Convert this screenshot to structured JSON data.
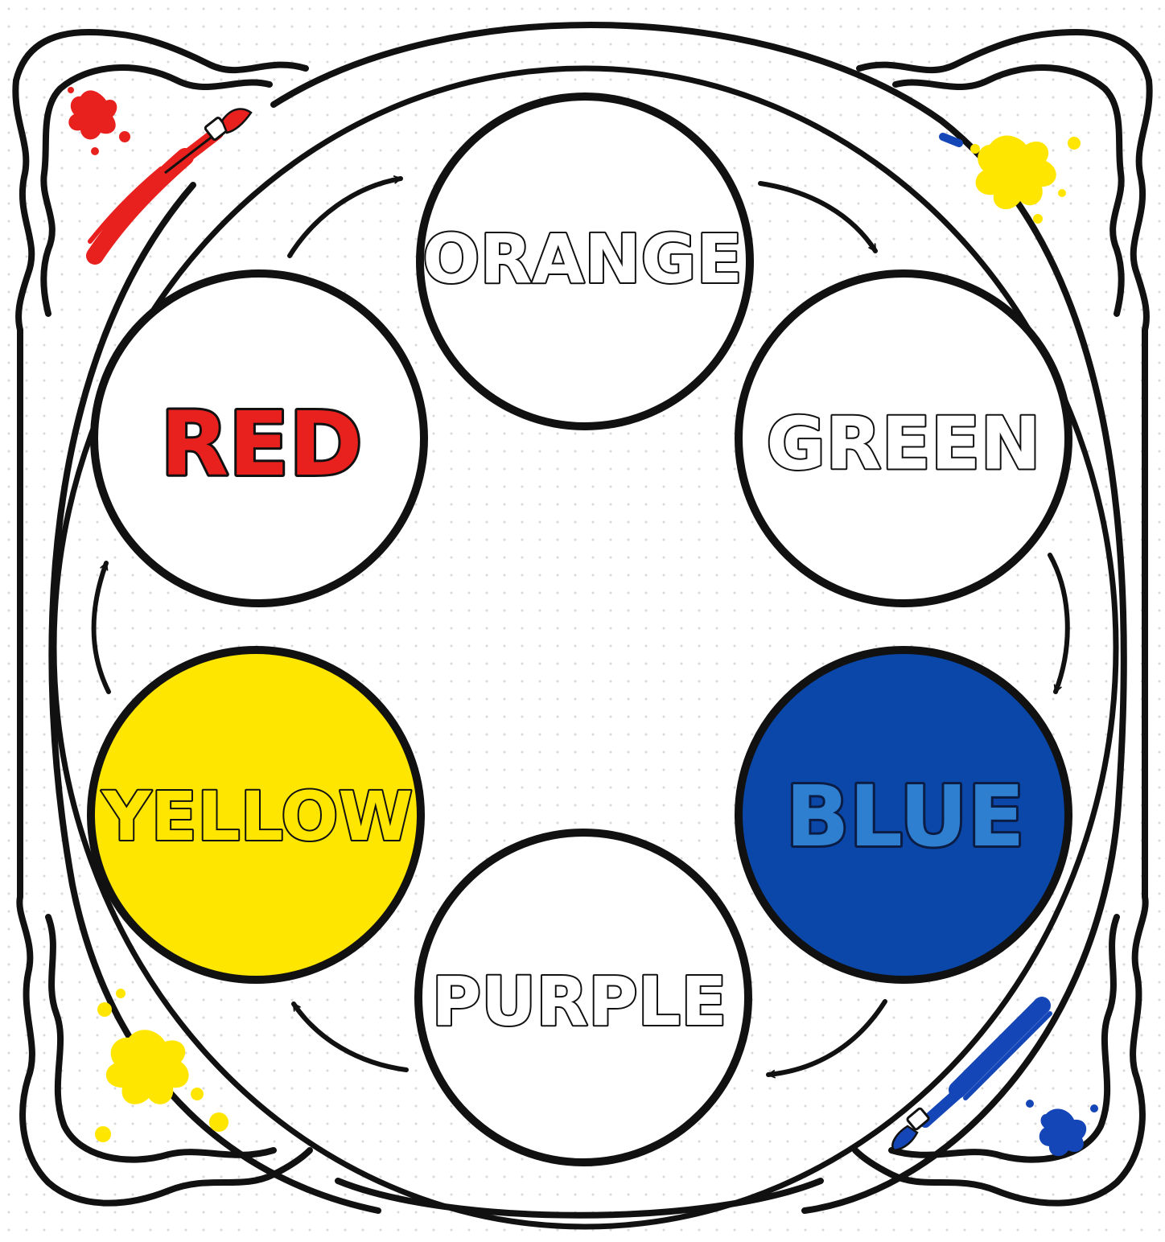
{
  "wheel": {
    "nodes": [
      {
        "id": "orange",
        "label": "ORANGE",
        "fill": "#ffffff",
        "text_fill": "#ffffff",
        "text_stroke": "#111111"
      },
      {
        "id": "green",
        "label": "GREEN",
        "fill": "#ffffff",
        "text_fill": "#ffffff",
        "text_stroke": "#111111"
      },
      {
        "id": "blue",
        "label": "BLUE",
        "fill": "#0a47a8",
        "text_fill": "#2f7fd0",
        "text_stroke": "#0b1d45"
      },
      {
        "id": "purple",
        "label": "PURPLE",
        "fill": "#ffffff",
        "text_fill": "#ffffff",
        "text_stroke": "#111111"
      },
      {
        "id": "yellow",
        "label": "YELLOW",
        "fill": "#ffe600",
        "text_fill": "#ffe600",
        "text_stroke": "#111111"
      },
      {
        "id": "red",
        "label": "RED",
        "fill": "#ffffff",
        "text_fill": "#e8201e",
        "text_stroke": "#111111"
      }
    ],
    "arrow_direction": "clockwise"
  },
  "colors": {
    "outline": "#111111",
    "paint_red": "#e8201e",
    "paint_yellow": "#ffe600",
    "paint_blue": "#1546b8"
  },
  "decorations": {
    "top_left": "red-paintbrush-icon",
    "top_right": "yellow-paint-splash-icon",
    "bottom_left": "yellow-paint-splash-icon",
    "bottom_right": "blue-paintbrush-icon"
  }
}
